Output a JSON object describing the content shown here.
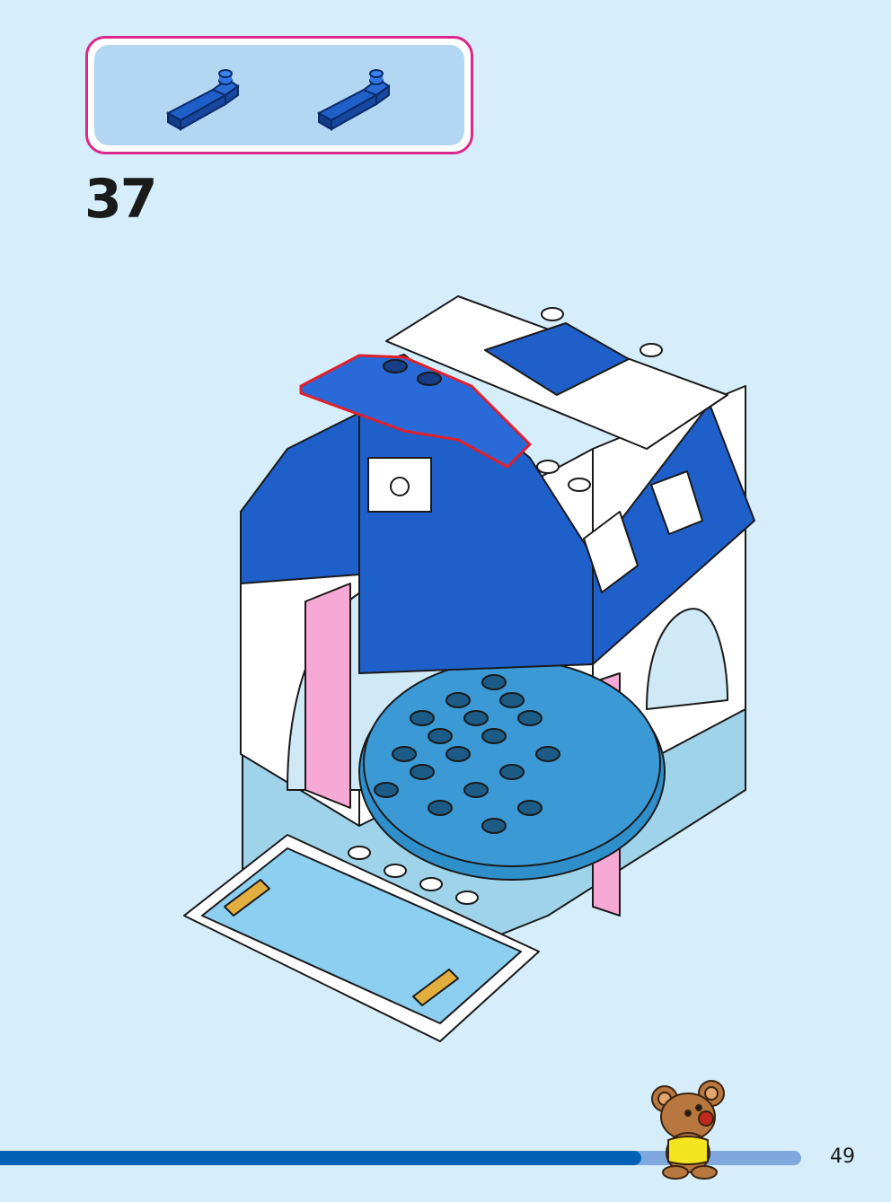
{
  "step": {
    "number": "37"
  },
  "parts_callout": {
    "border_color": "#d9278a",
    "parts": [
      {
        "icon": "blue-slope-brick-icon",
        "color": "#1f5fc9"
      },
      {
        "icon": "blue-slope-brick-icon",
        "color": "#1f5fc9"
      }
    ]
  },
  "model": {
    "icon": "castle-build-illustration-icon",
    "highlight_color": "#e0202a"
  },
  "progress": {
    "fraction": 0.8,
    "fill_color": "#0061b4",
    "track_color": "#7fa8de"
  },
  "mascot": {
    "icon": "mouse-mascot-icon"
  },
  "page": {
    "number": "49"
  },
  "colors": {
    "background": "#d6edfb"
  }
}
